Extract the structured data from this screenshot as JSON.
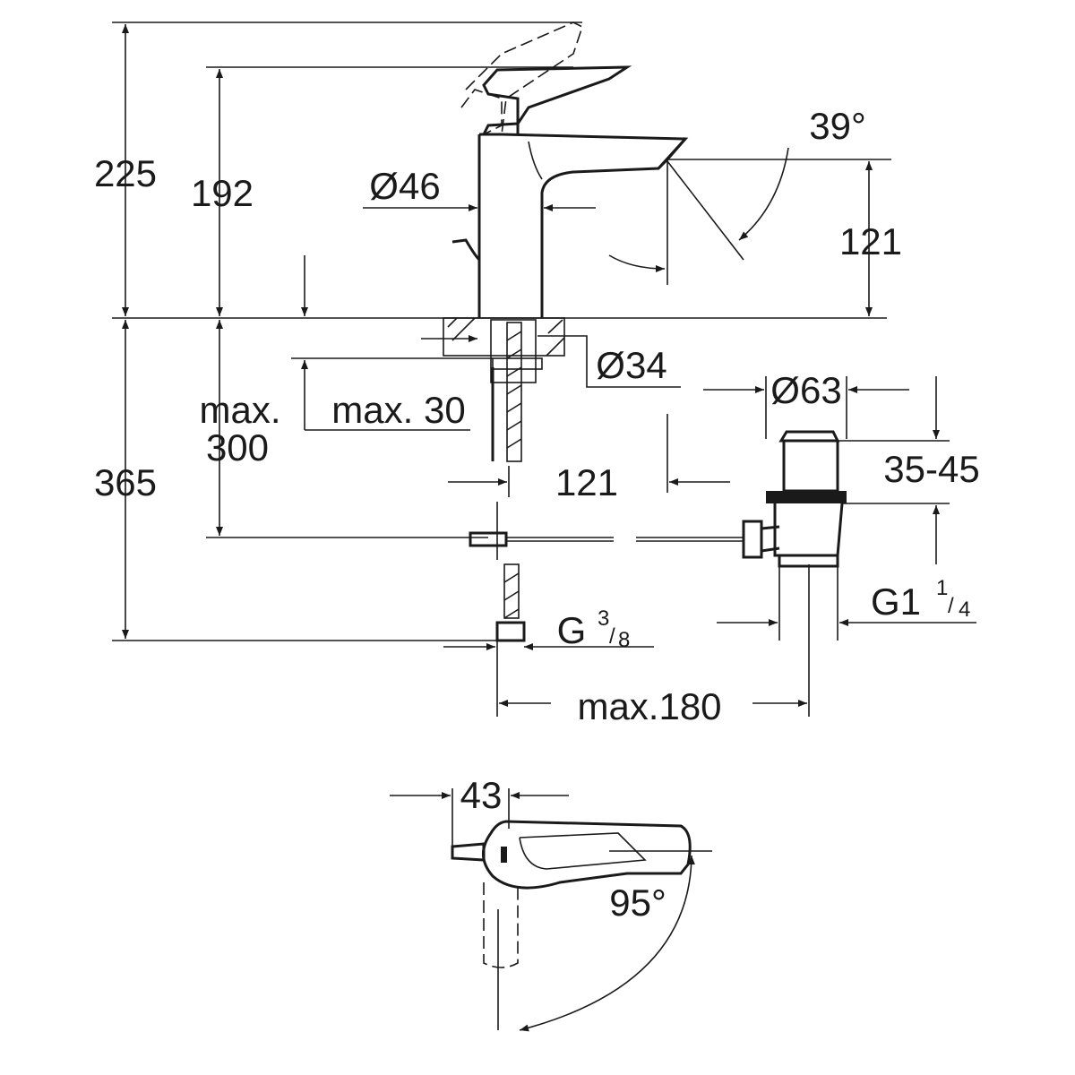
{
  "drawing": {
    "side_view": {
      "height_total": "225",
      "height_spout": "192",
      "body_diameter": "Ø46",
      "spout_angle": "39°",
      "spout_height": "121",
      "hole_diameter": "Ø34",
      "deck_thickness": "max. 30",
      "hose_max_label": "max.",
      "hose_max_value": "300",
      "below_deck": "365",
      "spout_reach": "121",
      "waste_diameter": "Ø63",
      "waste_range": "35-45",
      "connection_prefix": "G",
      "connection_num": "3",
      "connection_den": "8",
      "waste_thread_prefix": "G1",
      "waste_thread_num": "1",
      "waste_thread_den": "4",
      "max_offset": "max.180"
    },
    "top_view": {
      "lever_offset": "43",
      "rotation_angle": "95°"
    }
  }
}
